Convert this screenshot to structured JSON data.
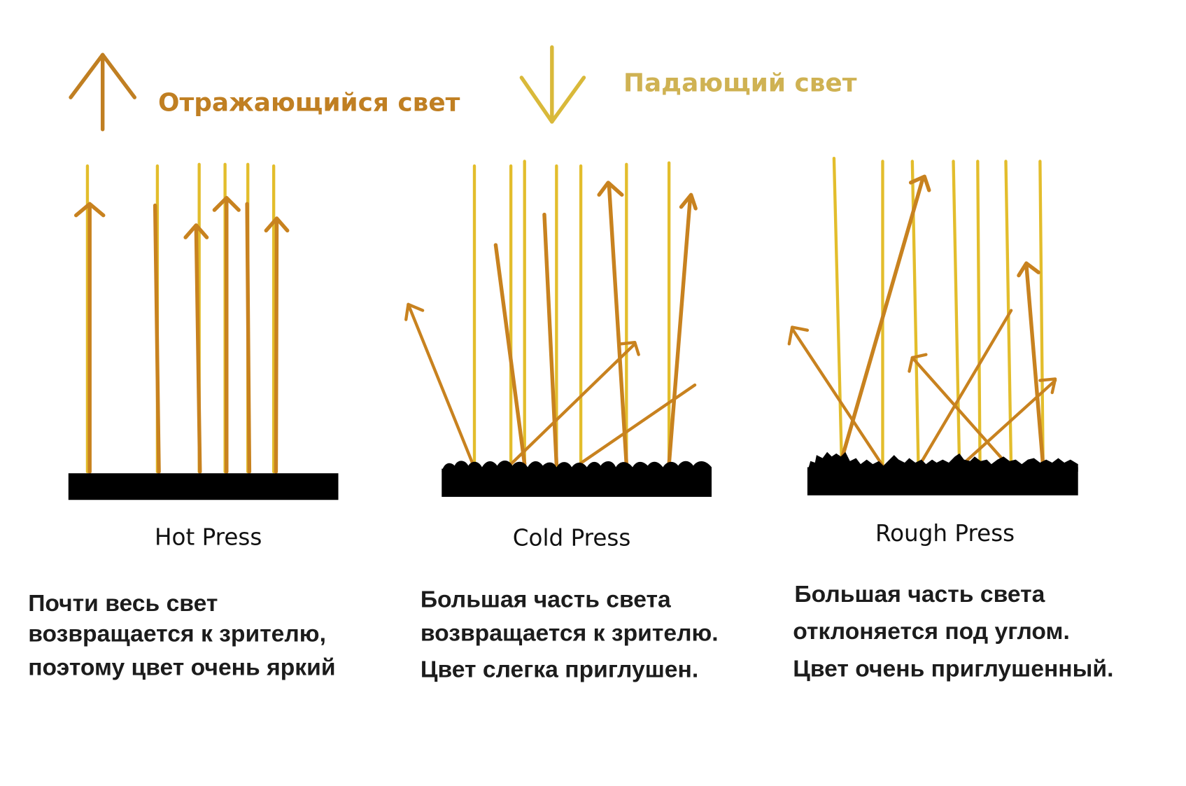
{
  "legend": {
    "reflected": {
      "icon": "arrow-up-icon",
      "label": "Отражающийся свет",
      "color": "#c07f22"
    },
    "incident": {
      "icon": "arrow-down-icon",
      "label": "Падающий свет",
      "color": "#cfb253"
    }
  },
  "panels": [
    {
      "id": "hot",
      "label": "Hot Press",
      "surface": "smooth",
      "description": [
        "Почти весь свет",
        "возвращается к зрителю,",
        "поэтому цвет очень яркий"
      ]
    },
    {
      "id": "cold",
      "label": "Cold Press",
      "surface": "slightly-rough",
      "description": [
        "Большая часть света",
        "возвращается к зрителю.",
        "Цвет слегка приглушен."
      ]
    },
    {
      "id": "rough",
      "label": "Rough Press",
      "surface": "rough",
      "description": [
        "Большая часть света",
        "отклоняется под углом.",
        "Цвет очень приглушенный."
      ]
    }
  ],
  "colors": {
    "incident_ray": "#e3bd2c",
    "reflected_ray": "#c8821f",
    "surface": "#000000",
    "text": "#1c1c1c"
  }
}
